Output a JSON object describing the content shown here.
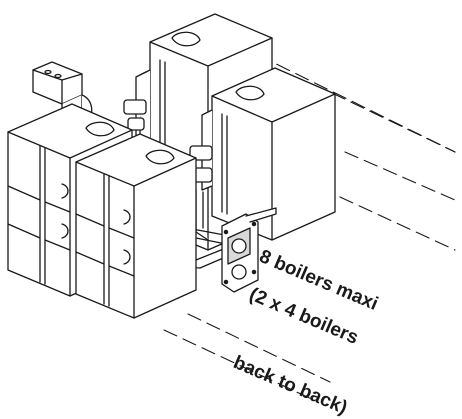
{
  "caption": {
    "line1": "8 boilers maxi",
    "line2": "(2 x 4 boilers",
    "line3": "back to back",
    "line4": "back to back)"
  },
  "colors": {
    "stroke": "#1a1a1a",
    "fill": "#ffffff",
    "shade": "#d9d9d9"
  }
}
